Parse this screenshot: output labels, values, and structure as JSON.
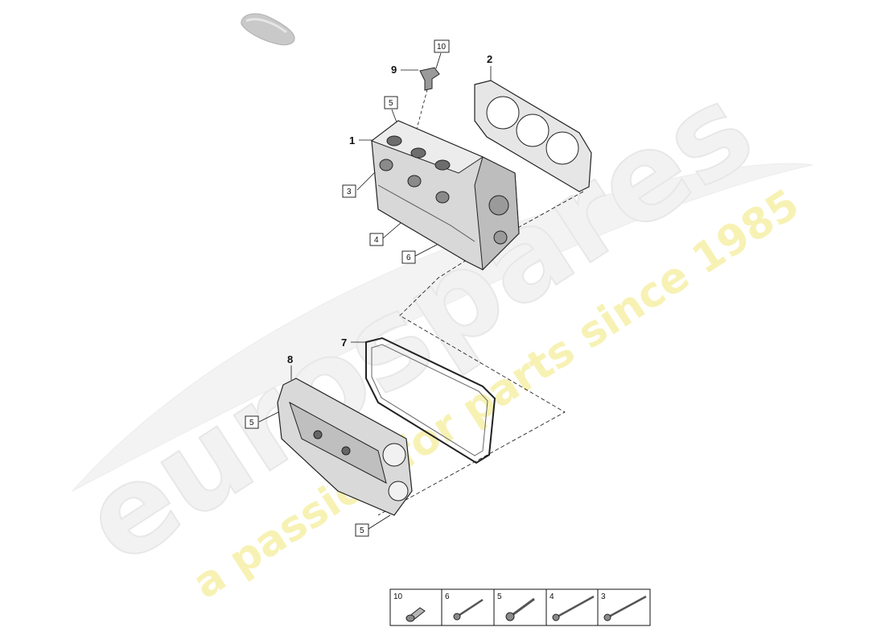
{
  "watermark": {
    "brand": "eurospares",
    "tagline": "a passion for parts since 1985"
  },
  "callouts": {
    "c1": "1",
    "c2": "2",
    "c7": "7",
    "c8": "8",
    "c9": "9",
    "b10": "10",
    "b5a": "5",
    "b3": "3",
    "b4": "4",
    "b6": "6",
    "b5b": "5",
    "b5c": "5"
  },
  "fastener_table": [
    {
      "number": "10"
    },
    {
      "number": "6"
    },
    {
      "number": "5"
    },
    {
      "number": "4"
    },
    {
      "number": "3"
    }
  ]
}
